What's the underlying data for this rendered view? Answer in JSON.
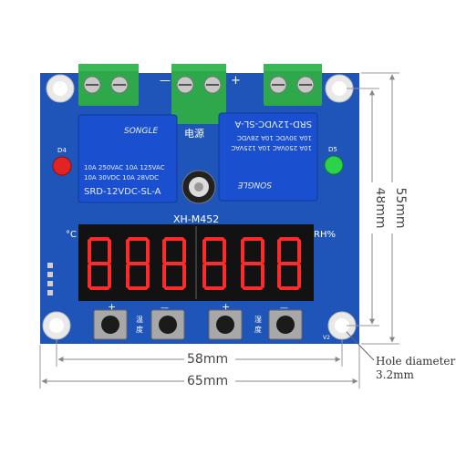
{
  "board": {
    "model": "XH-M452",
    "label_power": "电源",
    "label_minus": "—",
    "label_plus": "+",
    "label_celsius": "°C",
    "label_rh": "RH%",
    "label_d4": "D4",
    "label_d5": "D5",
    "label_v2": "V2",
    "label_temp_a": "温",
    "label_temp_b": "度",
    "label_temp2_a": "湿",
    "label_temp2_b": "度",
    "btn_plus_1": "+",
    "btn_minus_1": "—",
    "btn_plus_2": "+",
    "btn_minus_2": "—",
    "colors": {
      "pcb": "#1f54b8",
      "terminal": "#2ea84a",
      "relay": "#1a4fd0",
      "led_red": "#e32222",
      "led_green": "#2bd24a",
      "digit": "#ff2a2a"
    }
  },
  "relay_left": {
    "brand": "SONGLE",
    "line1": "10A 250VAC  10A 125VAC",
    "line2": "10A  30VDC  10A  28VDC",
    "model": "SRD-12VDC-SL-A"
  },
  "relay_right": {
    "brand": "SONGLE",
    "line1": "10A 250VAC  10A 125VAC",
    "line2": "10A  30VDC  10A  28VDC",
    "model": "SRD-12VDC-SL-A"
  },
  "dimensions": {
    "width_inner": "58mm",
    "width_outer": "65mm",
    "height_inner": "48mm",
    "height_outer": "55mm",
    "hole_label_1": "Hole diameter",
    "hole_label_2": "3.2mm"
  }
}
